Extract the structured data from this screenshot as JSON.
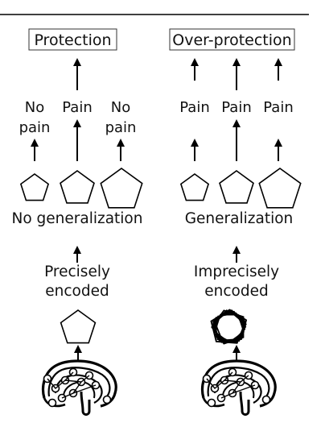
{
  "left": {
    "box": "Protection",
    "outcomes": [
      [
        "No",
        "pain"
      ],
      [
        "Pain"
      ],
      [
        "No",
        "pain"
      ]
    ],
    "generalization": "No generalization",
    "encoding": [
      "Precisely",
      "encoded"
    ]
  },
  "right": {
    "box": "Over-protection",
    "outcomes": [
      [
        "Pain"
      ],
      [
        "Pain"
      ],
      [
        "Pain"
      ]
    ],
    "generalization": "Generalization",
    "encoding": [
      "Imprecisely",
      "encoded"
    ]
  },
  "icons": {
    "stimulus": "pentagon-icon",
    "blurred_stimulus": "overlapping-pentagons-icon",
    "brain": "brain-icon",
    "arrow": "arrow-up-icon"
  }
}
